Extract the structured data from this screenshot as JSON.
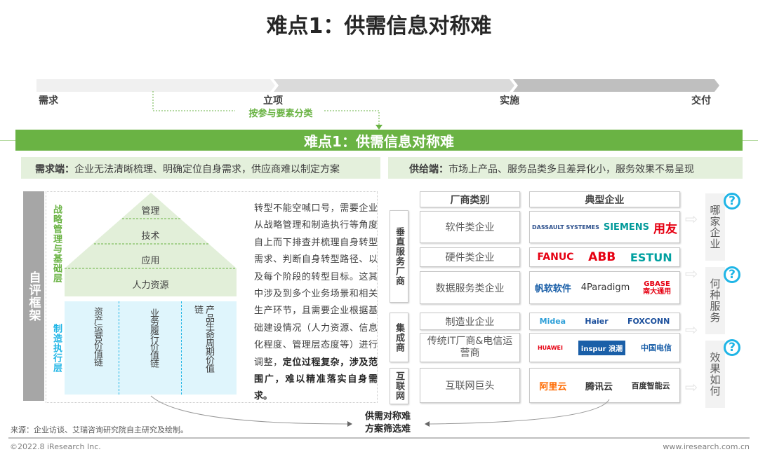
{
  "title": "难点1：供需信息对称难",
  "stages": [
    "需求",
    "立项",
    "实施",
    "交付"
  ],
  "classify_label": "按参与要素分类",
  "banner": "难点1：供需信息对称难",
  "demand": {
    "label": "需求端：",
    "text": "企业无法清晰梳理、明确定位自身需求，供应商难以制定方案"
  },
  "supply": {
    "label": "供给端：",
    "text": "市场上产品、服务品类多且差异化小，服务效果不易呈现"
  },
  "left": {
    "frame_label": "自评框架",
    "strategy_label": "战略管理与基础层",
    "exec_label": "制造执行层",
    "pyramid": [
      "管理",
      "技术",
      "应用",
      "人力资源"
    ],
    "chains": [
      "资产运营价值链",
      "业务履行价值链",
      "产品生命周期价值链"
    ],
    "paragraph": "转型不能空喊口号，需要企业从战略管理和制造执行等角度自上而下排查并梳理自身转型需求、判断自身转型路径、以及每个阶段的转型目标。这其中涉及到多个业务场景和相关生产环节，且需要企业根据基础建设情况（人力资源、信息化程度、管理层态度等）进行调整，",
    "paragraph_bold": "定位过程复杂，涉及范围广，难以精准落实自身需求。"
  },
  "right": {
    "header_category": "厂商类别",
    "header_companies": "典型企业",
    "groups": [
      "垂直服务厂商",
      "集成商",
      "互联网"
    ],
    "rows": [
      {
        "category": "软件类企业",
        "logos": [
          "DASSAULT SYSTEMES",
          "SIEMENS",
          "用友"
        ]
      },
      {
        "category": "硬件类企业",
        "logos": [
          "FANUC",
          "ABB",
          "ESTUN"
        ]
      },
      {
        "category": "数据服务类企业",
        "logos": [
          "帆软软件",
          "4Paradigm",
          "GBASE 南大通用"
        ]
      },
      {
        "category": "制造业企业",
        "logos": [
          "Midea",
          "Haier",
          "FOXCONN"
        ]
      },
      {
        "category": "传统IT厂商&电信运营商",
        "logos": [
          "HUAWEI",
          "inspur 浪潮",
          "中国电信"
        ]
      },
      {
        "category": "互联网巨头",
        "logos": [
          "阿里云",
          "腾讯云",
          "百度智能云"
        ]
      }
    ],
    "questions": [
      "哪家企业",
      "何种服务",
      "效果如何"
    ]
  },
  "outcome": [
    "供需对称难",
    "方案筛选难"
  ],
  "source": "来源：企业访谈、艾瑞咨询研究院自主研究及绘制。",
  "copyright": "©2022.8 iResearch Inc.",
  "website": "www.iresearch.com.cn",
  "colors": {
    "green": "#6ab344",
    "cyan": "#1fb5e6",
    "lightgreen": "#e4f0dc"
  }
}
